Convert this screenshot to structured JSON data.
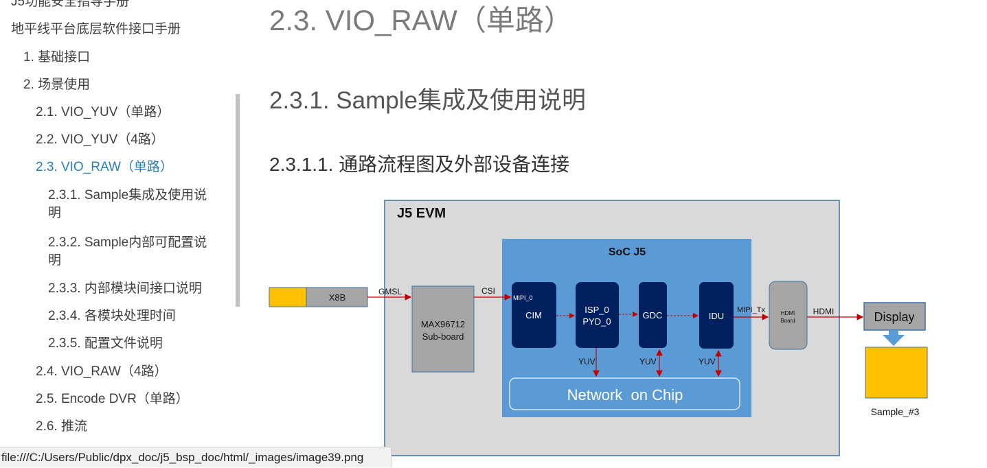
{
  "sidebar": {
    "items": [
      {
        "label": "J5功能安全指导手册"
      },
      {
        "label": "地平线平台底层软件接口手册"
      },
      {
        "label": "1. 基础接口"
      },
      {
        "label": "2. 场景使用"
      },
      {
        "label": "2.1. VIO_YUV（单路）"
      },
      {
        "label": "2.2. VIO_YUV（4路）"
      },
      {
        "label": "2.3. VIO_RAW（单路）",
        "active": true
      },
      {
        "label": "2.3.1. Sample集成及使用说",
        "label2": "明"
      },
      {
        "label": "2.3.2. Sample内部可配置说",
        "label2": "明"
      },
      {
        "label": "2.3.3. 内部模块间接口说明"
      },
      {
        "label": "2.3.4. 各模块处理时间"
      },
      {
        "label": "2.3.5. 配置文件说明"
      },
      {
        "label": "2.4. VIO_RAW（4路）"
      },
      {
        "label": "2.5. Encode DVR（单路）"
      },
      {
        "label": "2.6. 推流"
      }
    ]
  },
  "main": {
    "h1": "2.3. VIO_RAW（单路）",
    "h2": "2.3.1. Sample集成及使用说明",
    "h3": "2.3.1.1. 通路流程图及外部设备连接"
  },
  "diagram": {
    "evm": "J5 EVM",
    "soc": "SoC J5",
    "x8b": "X8B",
    "gmsl": "GMSL",
    "max_l1": "MAX96712",
    "max_l2": "Sub-board",
    "csi": "CSI",
    "mipi0": "MIPI_0",
    "cim": "CIM",
    "isp_l1": "ISP_0",
    "isp_l2": "PYD_0",
    "gdc": "GDC",
    "idu": "IDU",
    "yuv1": "YUV",
    "yuv2": "YUV",
    "yuv3": "YUV",
    "noc": "Network  on Chip",
    "mipitx": "MIPI_Tx",
    "hdmi_l1": "HDMI",
    "hdmi_l2": "Board",
    "hdmi": "HDMI",
    "display": "Display",
    "sample": "Sample_#3",
    "colors": {
      "evm_bg": "#d9d9d9",
      "soc_bg": "#5b9bd5",
      "block": "#002060",
      "gray": "#a5a5a5",
      "yellow": "#ffc000",
      "arrow": "#c00000"
    }
  },
  "status_bar": {
    "url": "file:///C:/Users/Public/dpx_doc/j5_bsp_doc/html/_images/image39.png"
  }
}
